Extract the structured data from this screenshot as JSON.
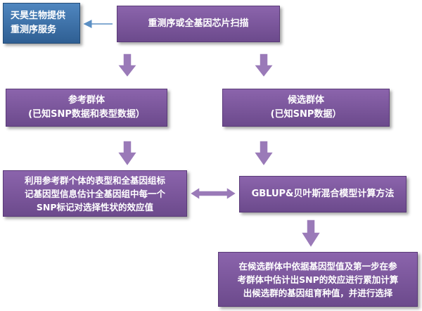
{
  "nodes": {
    "service": {
      "lines": [
        "天昊生物提供",
        "重测序服务"
      ]
    },
    "sequencing": {
      "lines": [
        "重测序或全基因芯片扫描"
      ]
    },
    "reference": {
      "lines": [
        "参考群体",
        "(已知SNP数据和表型数据）"
      ]
    },
    "candidate": {
      "lines": [
        "候选群体",
        "(已知SNP数据）"
      ]
    },
    "estimate": {
      "lines": [
        "利用参考群个体的表型和全基因组标",
        "记基因型信息估计全基因组中每一个",
        "SNP标记对选择性状的效应值"
      ]
    },
    "gblup": {
      "lines": [
        "GBLUP&贝叶斯混合模型计算方法"
      ]
    },
    "breeding": {
      "lines": [
        "在候选群体中依据基因型值及第一步在参",
        "考群体中估计出SNP的效应进行累加计算",
        "出候选群的基因组育种值，并进行选择"
      ]
    }
  },
  "colors": {
    "purple_box": "#7b57a0",
    "blue_box": "#3c70a8",
    "arrow_fill": "#9a7ab8",
    "arrow_stroke": "#ffffff",
    "connector": "#5b8fc4"
  }
}
